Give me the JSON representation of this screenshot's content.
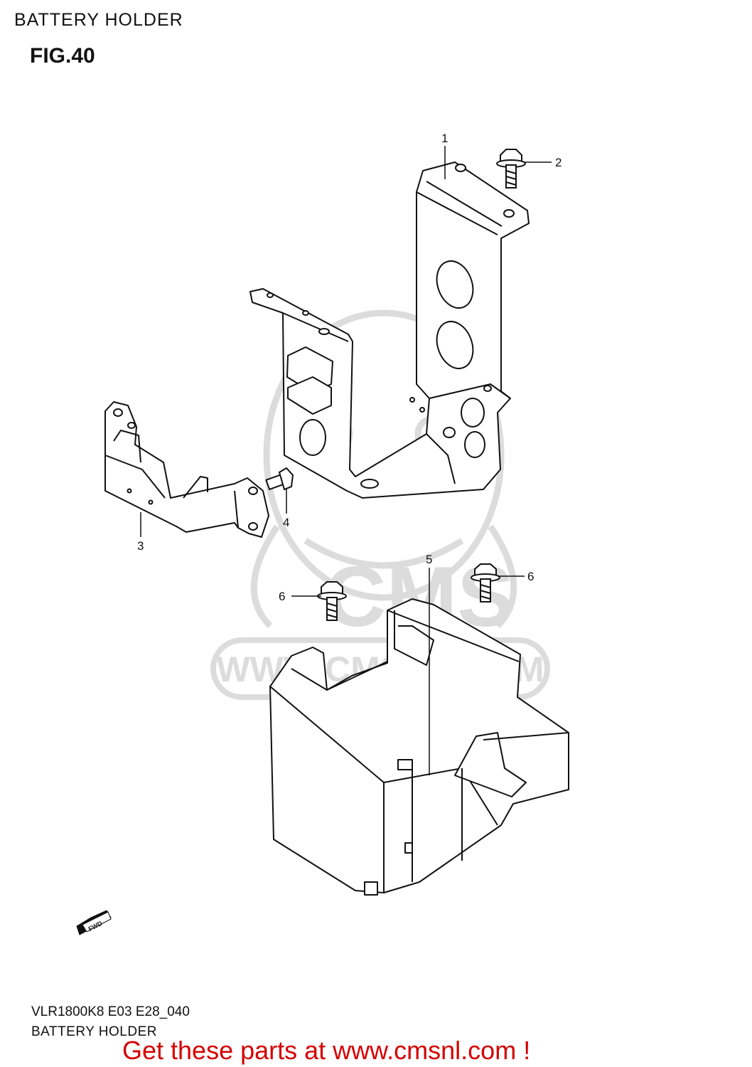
{
  "header": {
    "title": "BATTERY HOLDER"
  },
  "figure": {
    "number": "FIG.40"
  },
  "watermark": {
    "brand": "CMS",
    "site": "WWW.CMSNL.COM"
  },
  "callouts": [
    {
      "id": "1",
      "label": "1"
    },
    {
      "id": "2",
      "label": "2"
    },
    {
      "id": "3",
      "label": "3"
    },
    {
      "id": "4",
      "label": "4"
    },
    {
      "id": "5",
      "label": "5"
    },
    {
      "id": "6a",
      "label": "6"
    },
    {
      "id": "6b",
      "label": "6"
    }
  ],
  "fwd_label": "FWD",
  "footer": {
    "model_code": "VLR1800K8 E03 E28_040",
    "caption": "BATTERY HOLDER",
    "cta": "Get these parts at www.cmsnl.com !"
  },
  "colors": {
    "cta": "#d40000",
    "line": "#111111",
    "watermark": "#d9d9d9"
  }
}
